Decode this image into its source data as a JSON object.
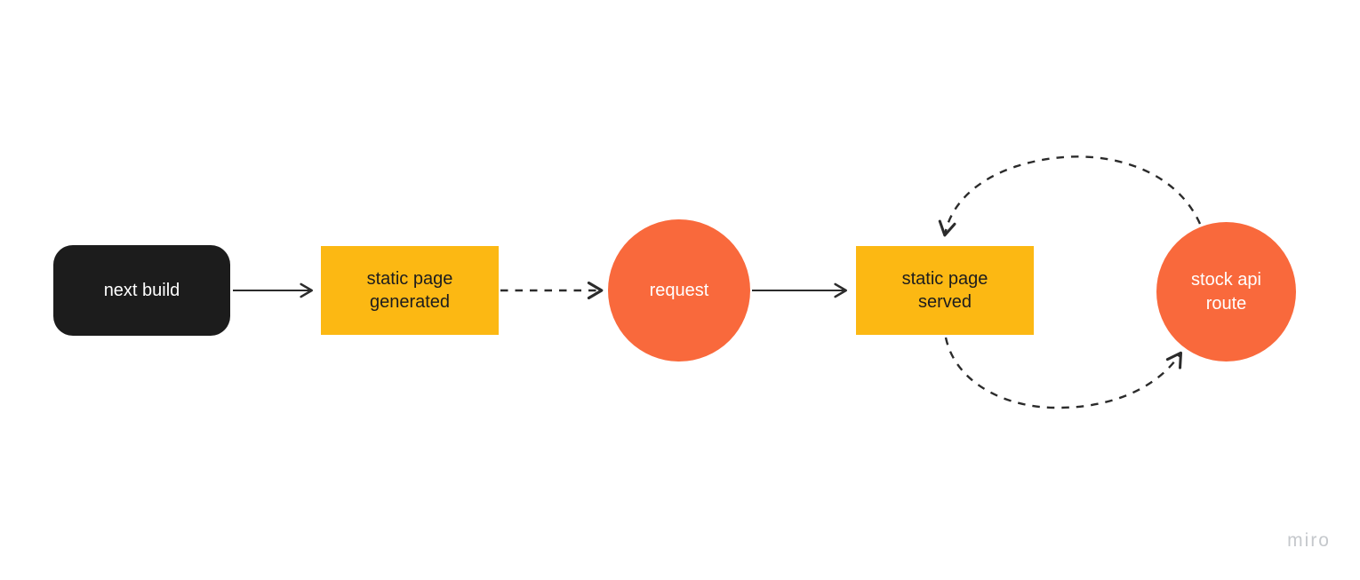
{
  "app": {
    "watermark": "miro"
  },
  "colors": {
    "bg": "#ffffff",
    "node-black": "#1c1c1c",
    "node-yellow": "#fcb813",
    "node-orange": "#f9693c",
    "line": "#2b2b2b",
    "text-dark": "#1c1c1e",
    "text-light": "#ffffff",
    "watermark": "#c5c8cc"
  },
  "diagram": {
    "nodes": [
      {
        "id": "next-build",
        "shape": "rounded-rectangle",
        "fill": "black",
        "label": "next build"
      },
      {
        "id": "static-page-generated",
        "shape": "rectangle",
        "fill": "yellow",
        "label": "static page generated"
      },
      {
        "id": "request",
        "shape": "circle",
        "fill": "orange",
        "label": "request"
      },
      {
        "id": "static-page-served",
        "shape": "rectangle",
        "fill": "yellow",
        "label": "static page served"
      },
      {
        "id": "stock-api-route",
        "shape": "circle",
        "fill": "orange",
        "label": "stock api route"
      }
    ],
    "connectors": [
      {
        "from": "next-build",
        "to": "static-page-generated",
        "style": "solid",
        "arrow": "open-chevron"
      },
      {
        "from": "static-page-generated",
        "to": "request",
        "style": "dashed",
        "arrow": "open-chevron"
      },
      {
        "from": "request",
        "to": "static-page-served",
        "style": "solid",
        "arrow": "open-chevron"
      },
      {
        "from": "stock-api-route",
        "to": "static-page-served",
        "style": "dashed-curved",
        "arrow": "open-chevron"
      },
      {
        "from": "static-page-served",
        "to": "stock-api-route",
        "style": "dashed-curved",
        "arrow": "open-chevron"
      }
    ]
  }
}
